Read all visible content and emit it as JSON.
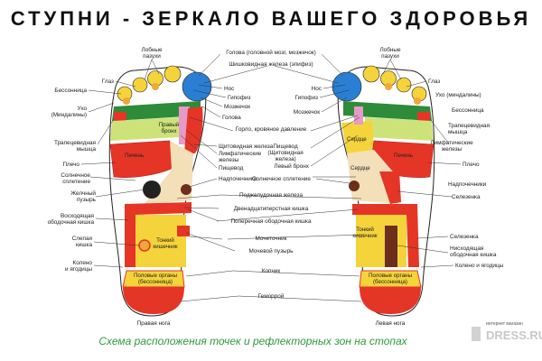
{
  "title": "СТУПНИ - ЗЕРКАЛО ВАШЕГО ЗДОРОВЬЯ",
  "caption": "Схема расположения точек и рефлекторных зон на стопах",
  "watermark": {
    "top": "интернет магазин",
    "main": "DRESS.RU"
  },
  "colors": {
    "red": "#e53527",
    "dark_red": "#b71c1c",
    "yellow": "#f5d33a",
    "orange": "#f2a63a",
    "light_green": "#cde37a",
    "green": "#2e8b3a",
    "blue": "#2a7fd4",
    "pink": "#e69ac8",
    "beige": "#f3e0b8",
    "brown": "#6d2e1c",
    "black": "#222222",
    "caption_green": "#2f9a3e"
  },
  "labels": {
    "lobnye_left": "Лобные\nпазухи",
    "lobnye_right": "Лобные\nпазухи",
    "golova_mozg": "Голова (головной мозг, мозжечок)",
    "shishkovidnaya": "Шишковидная железа (эпифиз)",
    "glaz_left": "Глаз",
    "glaz_right": "Глаз",
    "bessonnitsa_left": "Бессонница",
    "bessonnitsa_right": "Бессонница",
    "ukho_left": "Ухо\n(Миндалины)",
    "ukho_right": "Ухо (миндалины)",
    "nos_left": "Нос",
    "nos_right": "Нос",
    "gipofiz_left": "Гипофиз",
    "gipofiz_right": "Гипофиз",
    "mozzhechok_left": "Мозжечок",
    "mozzhechok_right": "Мозжечок",
    "golova_left": "Голова",
    "gorlo": "Горло, кровяное давление",
    "trapez_left": "Трапецевидная\nмышца",
    "trapez_right": "Трапецевидная\nмышца",
    "pravyi_bronkh": "Правый\nбронх",
    "levyi_bronkh": "Левый бронх",
    "limf_left": "Лимфатические\nжелезы",
    "limf_right": "Лимфатические\nжелезы",
    "pishchevod_left": "Пищевод",
    "pishchevod_right": "Пищевод\n(Щитовидная\nжелеза)",
    "shchitovidnaya": "Щитовидная железа",
    "serdtse_1": "Сердце",
    "serdtse_2": "Сердце",
    "pechen_left": "Печень",
    "pechen_right": "Печень",
    "plecho_left": "Плечо",
    "plecho_right": "Плечо",
    "solnechnoe_left": "Солнечное\nсплетение",
    "solnechnoe_right": "Солнечное сплетение",
    "nadpochechniki_left": "Надпочечники",
    "nadpochechniki_right": "Надпочечники",
    "zhelchnyi": "Желчный\nпузырь",
    "selezenka_1": "Селезенка",
    "selezenka_2": "Селезенка",
    "podzheludochnaya": "Поджелудочная железа",
    "dvenadtsatiperstnaya": "Двенадцатиперстная кишка",
    "voskh_kishka": "Восходящая\nободочная кишка",
    "poperechnaya": "Поперечная ободочная кишка",
    "tonkii_left": "Тонкий\nкишечник",
    "tonkii_right": "Тонкий\nкишечник",
    "slepaya": "Слепая\nкишка",
    "mochetochnik": "Мочеточник",
    "mochevoi": "Мочевой пузырь",
    "niskh_kishka": "Нисходящая\nободочная кишка",
    "koleno_left": "Колено\nи ягодицы",
    "koleno_right": "Колено и ягодицы",
    "kopchik": "Копчик",
    "polovye_left": "Половые органы\n(бессонница)",
    "polovye_right": "Половые органы\n(бессонница)",
    "gemorroi": "Геморрой",
    "pravaya_noga": "Правая нога",
    "levaya_noga": "Левая нога"
  }
}
